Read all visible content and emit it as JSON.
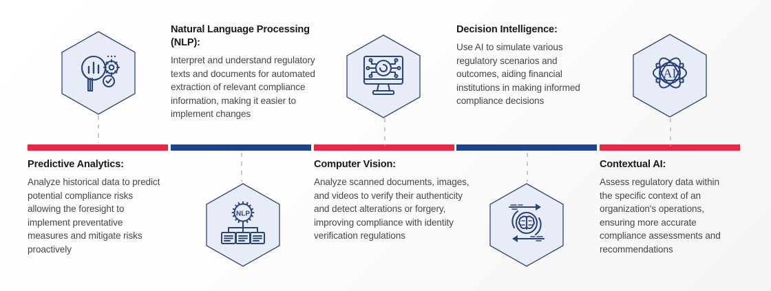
{
  "theme": {
    "red": "#e42a49",
    "blue": "#1f4289",
    "icon_stroke": "#2a4378",
    "hex_fill": "#e8ecf6",
    "hex_stroke": "#2a4378",
    "heading_color": "#19191b",
    "body_color": "#46464a",
    "dash_color": "#c8c8c8",
    "background": "#ffffff"
  },
  "columns": [
    {
      "id": "predictive-analytics",
      "bar_color": "red",
      "icon_position": "top",
      "text_position": "bottom",
      "icon_name": "magnifier-bar-chart-gear-check-icon",
      "icon_label": "",
      "heading": "Predictive Analytics:",
      "body": "Analyze historical data to predict potential compliance risks allowing the foresight to implement preventative measures and mitigate risks proactively"
    },
    {
      "id": "natural-language-processing",
      "bar_color": "blue",
      "icon_position": "bottom",
      "text_position": "top",
      "icon_name": "nlp-gear-nodes-icon",
      "icon_label": "NLP",
      "heading": "Natural Language Processing (NLP):",
      "body": "Interpret and understand regulatory texts and documents for automated extraction of relevant compliance information, making it easier to implement changes"
    },
    {
      "id": "computer-vision",
      "bar_color": "red",
      "icon_position": "top",
      "text_position": "bottom",
      "icon_name": "monitor-eye-circuit-icon",
      "icon_label": "",
      "heading": "Computer Vision:",
      "body": "Analyze scanned documents, images, and videos to verify their authenticity and detect alterations or forgery, improving compliance with identity verification regulations"
    },
    {
      "id": "decision-intelligence",
      "bar_color": "blue",
      "icon_position": "bottom",
      "text_position": "top",
      "icon_name": "brain-cycle-arrows-icon",
      "icon_label": "",
      "heading": "Decision Intelligence:",
      "body": "Use AI to simulate various regulatory scenarios and outcomes, aiding financial institutions in making informed compliance decisions"
    },
    {
      "id": "contextual-ai",
      "bar_color": "red",
      "icon_position": "top",
      "text_position": "bottom",
      "icon_name": "atom-ai-icon",
      "icon_label": "AI",
      "heading": "Contextual AI:",
      "body": "Assess regulatory data within the specific context of an organization's operations, ensuring more accurate compliance assessments and recommendations"
    }
  ]
}
